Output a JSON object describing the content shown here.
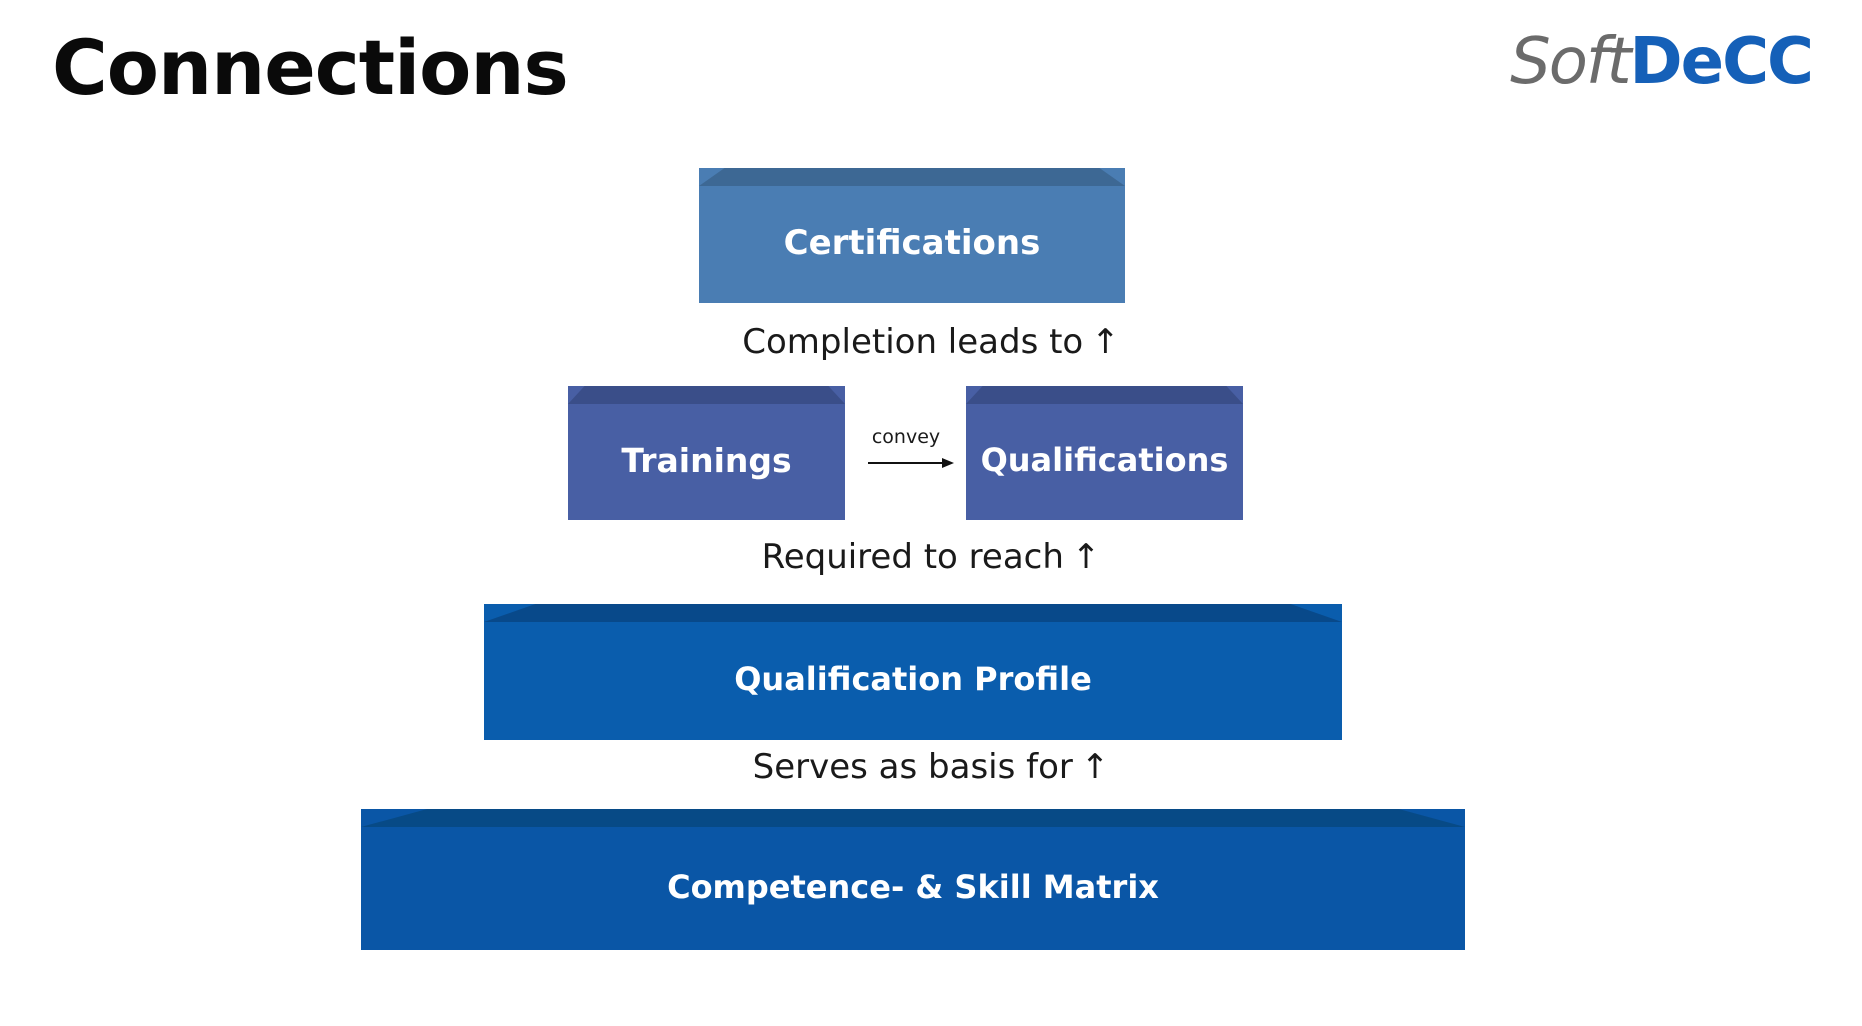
{
  "header": {
    "title": "Connections",
    "logo": {
      "part1": "Soft",
      "part2": "DeCC"
    }
  },
  "colors": {
    "certifications": "#4a7db3",
    "certifications_top": "#3d6894",
    "middle": "#485fa4",
    "middle_top": "#3a4e89",
    "profile": "#0a5dad",
    "profile_top": "#08498a",
    "matrix": "#0a56a6",
    "matrix_top": "#074a86",
    "text": "#1a1a1a"
  },
  "diagram": {
    "certifications": "Certifications",
    "link_completion": "Completion leads to",
    "trainings": "Trainings",
    "convey": "convey",
    "qualifications": "Qualifications",
    "link_required": "Required to reach",
    "profile": "Qualification Profile",
    "link_basis": "Serves as basis for",
    "matrix": "Competence- & Skill Matrix",
    "up_arrow": "↑"
  }
}
